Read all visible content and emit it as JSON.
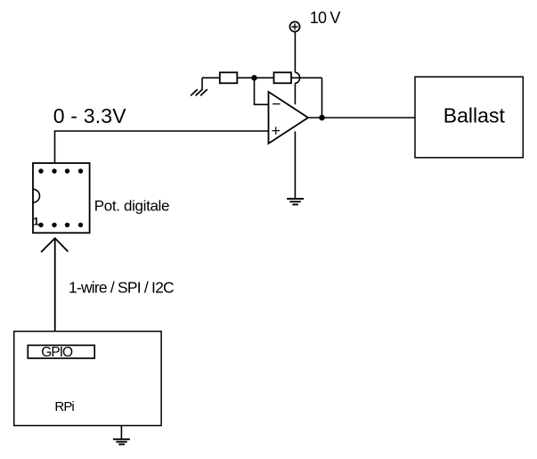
{
  "diagram": {
    "type": "circuit-schematic",
    "colors": {
      "background": "#ffffff",
      "ink": "#000000"
    },
    "labels": {
      "supply_voltage": "10 V",
      "signal_range": "0 - 3.3V",
      "digital_pot": "Pot. digitale",
      "pin1": "1",
      "bus": "1-wire / SPI / I2C",
      "gpio": "GPIO",
      "rpi": "RPi",
      "ballast": "Ballast",
      "opamp_inverting": "−",
      "opamp_noninverting": "+"
    },
    "components": [
      {
        "name": "dc-supply",
        "symbol": "circle-plus",
        "label": "10 V"
      },
      {
        "name": "feedback-resistor-1",
        "symbol": "resistor-box"
      },
      {
        "name": "feedback-resistor-2",
        "symbol": "resistor-box"
      },
      {
        "name": "signal-ground",
        "symbol": "hatched-ground"
      },
      {
        "name": "opamp",
        "symbol": "triangle",
        "inputs": [
          "−",
          "+"
        ]
      },
      {
        "name": "opamp-ground",
        "symbol": "earth-ground"
      },
      {
        "name": "digital-potentiometer",
        "symbol": "dip-8-chip",
        "label": "Pot. digitale",
        "pin1": "1"
      },
      {
        "name": "bus-arrow",
        "symbol": "arrow-up",
        "label": "1-wire / SPI / I2C"
      },
      {
        "name": "raspberry-pi",
        "symbol": "block",
        "label": "RPi",
        "sub_block": "GPIO"
      },
      {
        "name": "rpi-ground",
        "symbol": "earth-ground"
      },
      {
        "name": "ballast",
        "symbol": "block",
        "label": "Ballast"
      }
    ],
    "connections": [
      "dc-supply to opamp V+ pin (crossover hop over feedback wire)",
      "signal-ground through two series resistors to opamp inverting input",
      "feedback tap from opamp output to resistor divider node",
      "digital-potentiometer output 0 - 3.3V to opamp noninverting input",
      "opamp output to Ballast",
      "RPi GPIO via 1-wire / SPI / I2C arrow to digital potentiometer",
      "opamp V- pin to earth ground",
      "RPi to earth ground"
    ]
  }
}
